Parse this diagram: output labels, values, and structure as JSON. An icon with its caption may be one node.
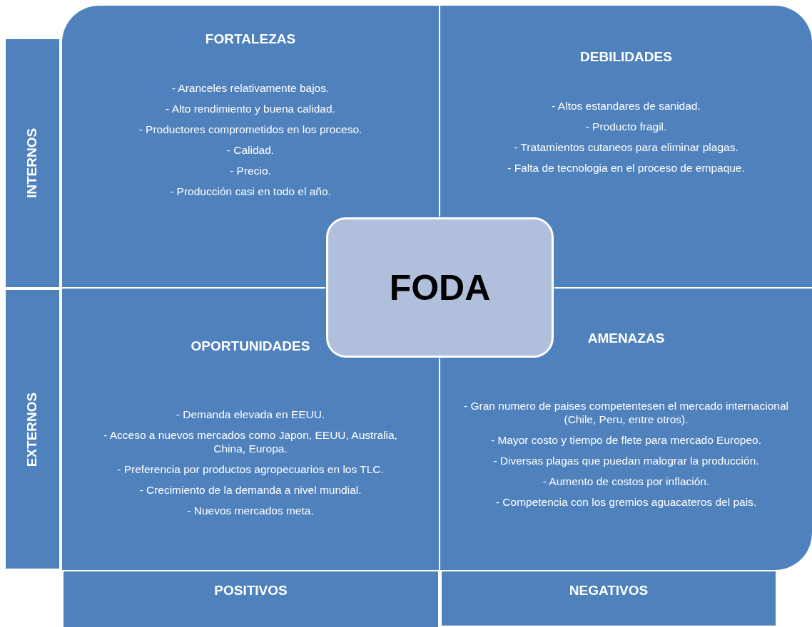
{
  "diagram": {
    "nodes": [
      {
        "text": [
          "INTERNOS"
        ]
      },
      {
        "text": [
          "FORTALEZAS",
          "- Aranceles relativamente bajos.",
          "- Alto rendimiento y buena calidad.",
          "- Productores comprometidos en los proceso.",
          "- Calidad.",
          "- Precio.",
          "- Producción casi en todo el año."
        ]
      },
      {
        "text": [
          "DEBILIDADES",
          "- Altos estandares de sanidad.",
          "- Producto fragil.",
          "- Tratamientos cutaneos para eliminar plagas.",
          "- Falta de tecnologia en el proceso de empaque."
        ]
      },
      {
        "text": [
          "FODA"
        ]
      },
      {
        "text": [
          "EXTERNOS"
        ]
      },
      {
        "text": [
          "OPORTUNIDADES",
          "- Demanda elevada en EEUU.",
          "- Acceso a nuevos mercados como Japon, EEUU, Australia, China, Europa.",
          "- Preferencia por productos agropecuarios en los TLC.",
          "- Crecimiento de la demanda a nivel mundial.",
          "- Nuevos mercados meta."
        ]
      },
      {
        "text": [
          "AMENAZAS",
          "- Gran numero de paises competentesen el mercado internacional (Chile, Peru, entre otros).",
          "- Mayor costo y tiempo de flete para mercado Europeo.",
          "- Diversas plagas que puedan malograr la producción.",
          "- Aumento de costos por inflación.",
          "- Competencia con los gremios aguacateros del pais."
        ]
      },
      {
        "text": [
          "POSITIVOS"
        ]
      },
      {
        "text": [
          "NEGATIVOS"
        ]
      }
    ]
  }
}
